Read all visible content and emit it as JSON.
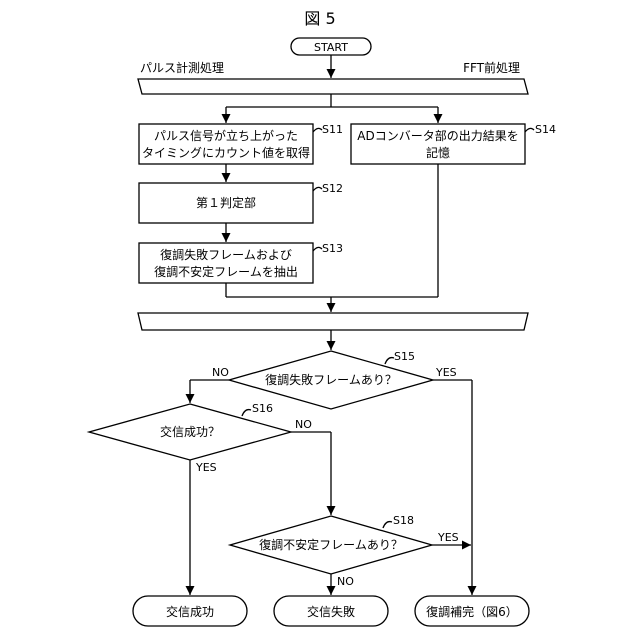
{
  "figure_title": "図 5",
  "start": "START",
  "lanes": {
    "left": "パルス計測処理",
    "right": "FFT前処理"
  },
  "steps": {
    "s11": {
      "line1": "パルス信号が立ち上がった",
      "line2": "タイミングにカウント値を取得",
      "ref": "S11"
    },
    "s12": {
      "line1": "第１判定部",
      "ref": "S12"
    },
    "s13": {
      "line1": "復調失敗フレームおよび",
      "line2": "復調不安定フレームを抽出",
      "ref": "S13"
    },
    "s14": {
      "line1": "ADコンバータ部の出力結果を",
      "line2": "記憶",
      "ref": "S14"
    }
  },
  "decisions": {
    "s15": {
      "text": "復調失敗フレームあり？",
      "ref": "S15",
      "no": "NO",
      "yes": "YES"
    },
    "s16": {
      "text": "交信成功？",
      "ref": "S16",
      "no": "NO",
      "yes": "YES"
    },
    "s18": {
      "text": "復調不安定フレームあり？",
      "ref": "S18",
      "no": "NO",
      "yes": "YES"
    }
  },
  "terminals": {
    "success": "交信成功",
    "failure": "交信失敗",
    "complement": "復調補完（図6）"
  }
}
